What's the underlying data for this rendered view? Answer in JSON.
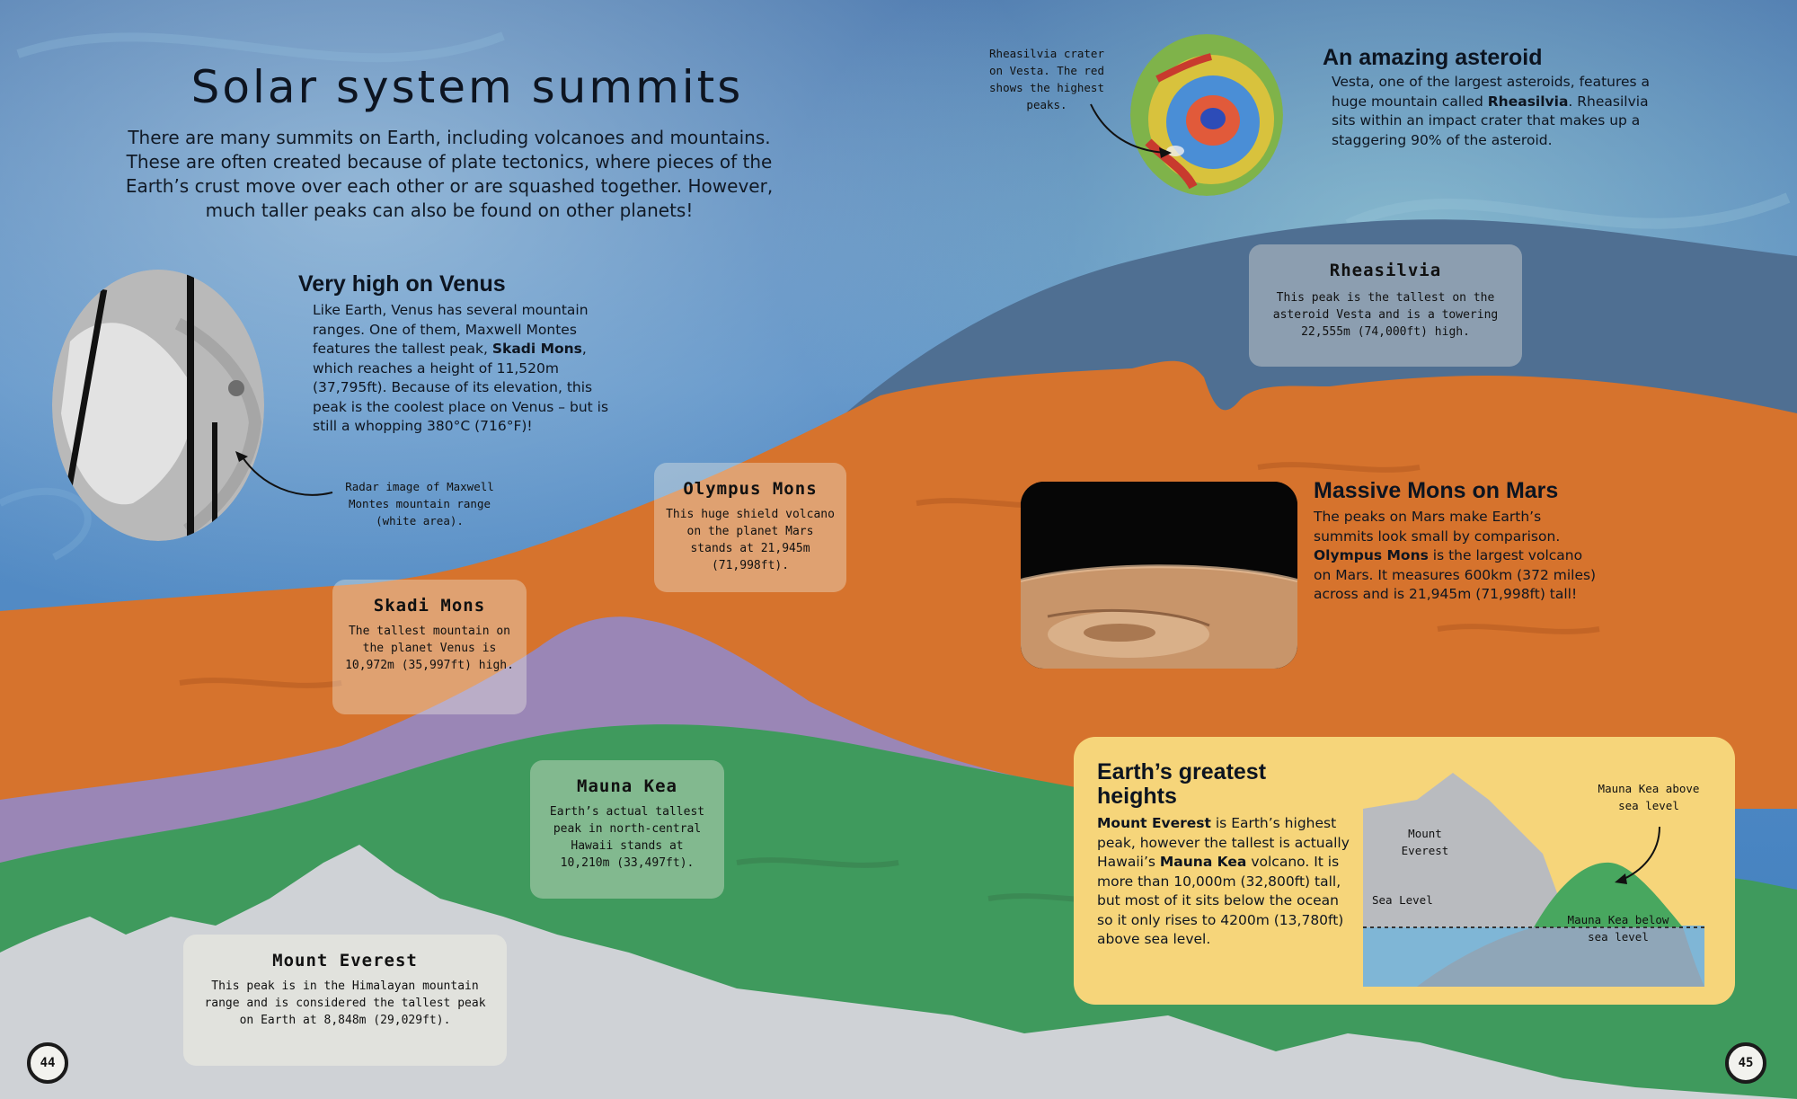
{
  "title": "Solar system summits",
  "intro": "There are many summits on Earth, including volcanoes and mountains. These are often created because of plate tectonics, where pieces of the Earth’s crust move over each other or are squashed together. However, much taller peaks can also be found on other planets!",
  "venus": {
    "heading": "Very high on Venus",
    "text_before": "Like Earth, Venus has several mountain ranges. One of them, Maxwell Montes features the tallest peak, ",
    "text_bold": "Skadi Mons",
    "text_after": ", which reaches a height of 11,520m (37,795ft). Because of its elevation, this peak is the coolest place on Venus – but is still a whopping 380°C (716°F)!",
    "caption": "Radar image of Maxwell Montes mountain range (white area)."
  },
  "asteroid": {
    "heading": "An amazing asteroid",
    "text_before": "Vesta, one of the largest asteroids, features a huge mountain called ",
    "text_bold": "Rheasilvia",
    "text_after": ". Rheasilvia sits within an impact crater that makes up a staggering 90% of the asteroid.",
    "caption": "Rheasilvia crater on Vesta. The red shows the highest peaks."
  },
  "mars": {
    "heading": "Massive Mons on Mars",
    "text_before": "The peaks on Mars make Earth’s summits look small by comparison. ",
    "text_bold": "Olympus Mons",
    "text_after": " is the largest volcano on Mars. It measures 600km (372 miles) across and is 21,945m (71,998ft) tall!"
  },
  "cards": {
    "rheasilvia": {
      "title": "Rheasilvia",
      "body": "This peak is the tallest on the asteroid Vesta and is a towering 22,555m (74,000ft) high."
    },
    "olympus": {
      "title": "Olympus Mons",
      "body": "This huge shield volcano on the planet Mars stands at 21,945m (71,998ft)."
    },
    "skadi": {
      "title": "Skadi Mons",
      "body": "The tallest mountain on the planet Venus is 10,972m (35,997ft) high."
    },
    "mauna": {
      "title": "Mauna Kea",
      "body": "Earth’s actual tallest peak in north-central Hawaii stands at 10,210m (33,497ft)."
    },
    "everest": {
      "title": "Mount Everest",
      "body": "This peak is in the Himalayan mountain range and is considered the tallest peak on Earth at 8,848m (29,029ft)."
    }
  },
  "earth": {
    "heading": "Earth’s greatest heights",
    "p1_bold": "Mount Everest",
    "p1": " is Earth’s highest peak, however the tallest is actually Hawaii’s ",
    "p2_bold": "Mauna Kea",
    "p2": " volcano. It is more than 10,000m (32,800ft) tall, but most of it sits below the ocean so it only rises to 4200m (13,780ft) above sea level.",
    "diagram": {
      "everest_label": "Mount Everest",
      "sea_level_label": "Sea Level",
      "above_label": "Mauna Kea above sea level",
      "below_label": "Mauna Kea below sea level"
    }
  },
  "page_numbers": {
    "left": "44",
    "right": "45"
  },
  "colors": {
    "sky": "#3f7bb8",
    "rheasilvia_layer": "#4e6f93",
    "mars_layer": "#d8732c",
    "venus_layer": "#9b86b8",
    "earth_layer": "#3e9a5c",
    "everest_layer": "#cfd2d6",
    "earth_box": "#f6d57a"
  }
}
